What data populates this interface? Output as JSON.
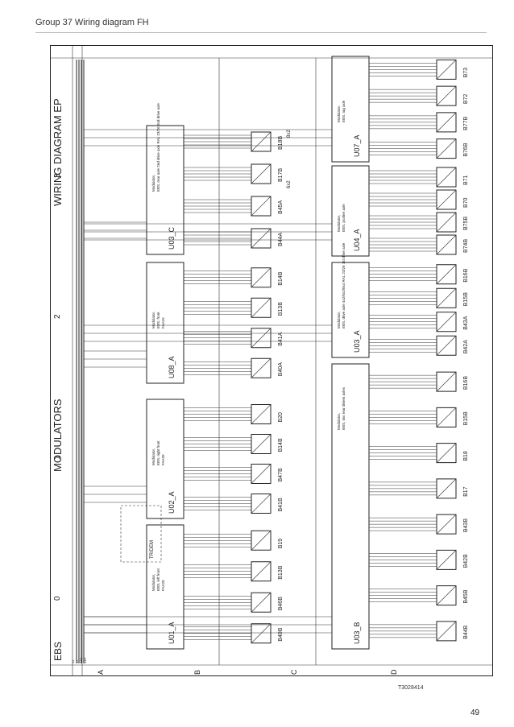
{
  "header": {
    "title": "Group 37 Wiring diagram FH"
  },
  "diagram": {
    "title": "WIRING DIAGRAM EP",
    "section": "MODULATORS",
    "system": "EBS",
    "column_numbers": [
      "0",
      "1",
      "2",
      "3"
    ],
    "row_letters": [
      "A",
      "B",
      "C",
      "D"
    ],
    "tridem_label": "TRIDEM",
    "ground_labels": [
      "31",
      "15",
      "31B",
      "31C"
    ],
    "modules_top": [
      {
        "id": "U01_A",
        "name": "Modulator, EBS, left front",
        "code": "FAA20",
        "sensors": [
          "B40B",
          "B46B",
          "B13B",
          "B19"
        ]
      },
      {
        "id": "U02_A",
        "name": "Modulator, EBS, right front",
        "code": "FAA20",
        "sensors": [
          "B41B",
          "B47B",
          "B14B",
          "B20"
        ]
      },
      {
        "id": "U08_A",
        "name": "Modulator, EBS, front",
        "code": "FAA10",
        "sensors": [
          "B40A",
          "B41A",
          "B13B",
          "B14B"
        ]
      },
      {
        "id": "U03_C",
        "name": "Modulator, EBS, rear axle 2nd drive axle RAL 23/26 2nd drive axle",
        "code": "",
        "sensors": [
          "B44A",
          "B45A",
          "B17B",
          "B18B"
        ]
      }
    ],
    "modules_bottom": [
      {
        "id": "U03_B",
        "name": "Modulator, EBS, two rear driven axles",
        "code": "",
        "sensors": [
          "B44B",
          "B45B",
          "B42B",
          "B43B",
          "B17",
          "B18",
          "B15B",
          "B16B"
        ]
      },
      {
        "id": "U03_A",
        "name": "Modulator, EBS, drive axle 4x2/6x2/8x4 RAL 23/26 1st drive axle",
        "code": "",
        "sensors": [
          "B42A",
          "B43A",
          "B15B",
          "B16B"
        ]
      },
      {
        "id": "U04_A",
        "name": "Modulator, EBS, pusher axle",
        "code": "",
        "sensors": [
          "B74B",
          "B75B",
          "B70",
          "B71"
        ]
      },
      {
        "id": "U07_A",
        "name": "Modulator, EBS, tag axle",
        "code": "",
        "sensors": [
          "B76B",
          "B77B",
          "B72",
          "B73"
        ]
      }
    ],
    "option_labels": [
      "8x2",
      "6x2"
    ],
    "doc_id": "T3028414"
  },
  "footer": {
    "page_number": "49"
  }
}
